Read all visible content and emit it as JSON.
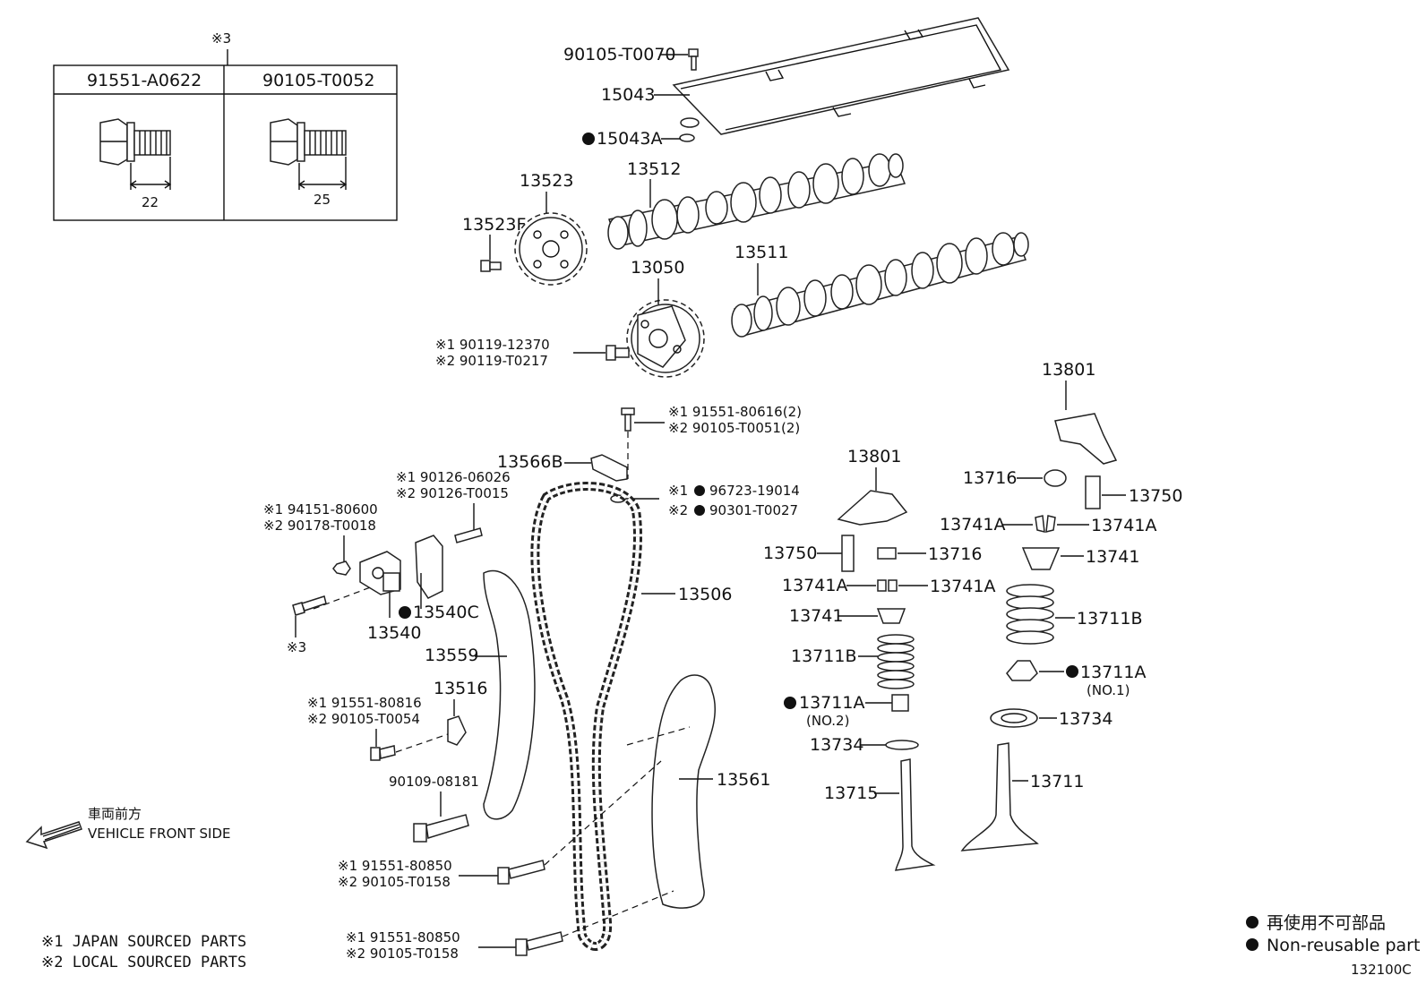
{
  "bolt_table": {
    "ref_mark": "※3",
    "columns": [
      {
        "part": "91551-A0622",
        "length": "22"
      },
      {
        "part": "90105-T0052",
        "length": "25"
      }
    ]
  },
  "labels": {
    "p90105_T0070": "90105-T0070",
    "p15043": "15043",
    "p15043A": "15043A",
    "p13512": "13512",
    "p13523": "13523",
    "p13523F": "13523F",
    "p13050": "13050",
    "p13511": "13511",
    "bolt_13050_1": "※1 90119-12370",
    "bolt_13050_2": "※2 90119-T0217",
    "bolt_13566_1": "※1 91551-80616(2)",
    "bolt_13566_2": "※2 90105-T0051(2)",
    "p13566B": "13566B",
    "gasket_1": "※1",
    "gasket_1b": "96723-19014",
    "gasket_2": "※2",
    "gasket_2b": "90301-T0027",
    "stud_1": "※1 90126-06026",
    "stud_2": "※2 90126-T0015",
    "nut_1": "※1 94151-80600",
    "nut_2": "※2 90178-T0018",
    "p13540C": "13540C",
    "p13540": "13540",
    "ref3": "※3",
    "p13559": "13559",
    "p13506": "13506",
    "p13516": "13516",
    "bolt_13516_1": "※1 91551-80816",
    "bolt_13516_2": "※2 90105-T0054",
    "p90109": "90109-08181",
    "bolt_a_1": "※1 91551-80850",
    "bolt_a_2": "※2 90105-T0158",
    "bolt_b_1": "※1 91551-80850",
    "bolt_b_2": "※2 90105-T0158",
    "p13561": "13561",
    "p13801_top": "13801",
    "p13801_mid": "13801",
    "p13716_r": "13716",
    "p13750_r": "13750",
    "p13741A_r1": "13741A",
    "p13741A_r2": "13741A",
    "p13741_r": "13741",
    "p13711B_r": "13711B",
    "p13711A": "13711A",
    "no1": "(NO.1)",
    "p13734_r": "13734",
    "p13711": "13711",
    "p13750_l": "13750",
    "p13716_l": "13716",
    "p13741A_l1": "13741A",
    "p13741A_l2": "13741A",
    "p13741_l": "13741",
    "p13711B_l": "13711B",
    "p13711A_no2": "13711A",
    "no2": "(NO.2)",
    "p13734_l": "13734",
    "p13715": "13715"
  },
  "front": {
    "jp": "車両前方",
    "en": "VEHICLE FRONT SIDE"
  },
  "notes": {
    "n1": "※1 JAPAN SOURCED PARTS",
    "n2": "※2 LOCAL SOURCED PARTS"
  },
  "legend": {
    "jp": "再使用不可部品",
    "en": "Non-reusable part"
  },
  "figure_code": "132100C"
}
